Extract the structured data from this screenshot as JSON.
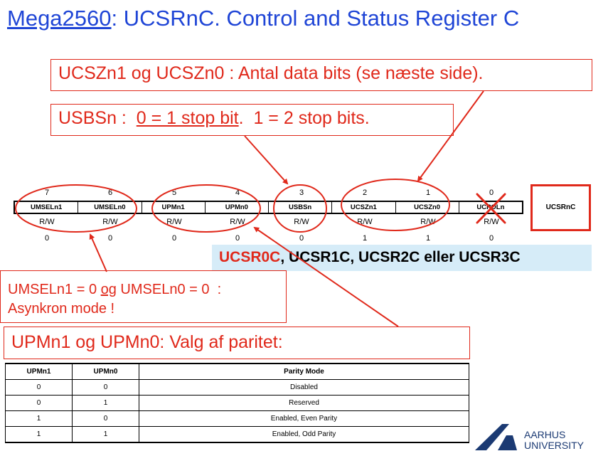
{
  "title": {
    "link_text": "Mega2560",
    "rest": ": UCSRnC. Control and Status Register C"
  },
  "callouts": {
    "ucsz": "UCSZn1 og UCSZn0 : Antal data bits (se næste side).",
    "usbs_prefix": "USBSn :  ",
    "usbs_underlined": "0 = 1 stop bit",
    "usbs_suffix": ".  1 = 2 stop bits.",
    "umsel_line1_a": "UMSELn1 = 0 ",
    "umsel_line1_og": "og",
    "umsel_line1_b": " UMSELn0 = 0  :",
    "umsel_line2": "Asynkron mode !",
    "upm": "UPMn1 og UPMn0: Valg af paritet:"
  },
  "register": {
    "name": "UCSRnC",
    "bit_numbers": [
      "7",
      "6",
      "5",
      "4",
      "3",
      "2",
      "1",
      "0"
    ],
    "bits": [
      "UMSELn1",
      "UMSELn0",
      "UPMn1",
      "UPMn0",
      "USBSn",
      "UCSZn1",
      "UCSZn0",
      "UCPOLn"
    ],
    "access": [
      "R/W",
      "R/W",
      "R/W",
      "R/W",
      "R/W",
      "R/W",
      "R/W",
      "R/W"
    ],
    "initial": [
      "0",
      "0",
      "0",
      "0",
      "0",
      "1",
      "1",
      "0"
    ],
    "variants_first": "UCSR0C",
    "variants_rest": ", UCSR1C, UCSR2C eller UCSR3C"
  },
  "parity_table": {
    "headers": [
      "UPMn1",
      "UPMn0",
      "Parity Mode"
    ],
    "rows": [
      [
        "0",
        "0",
        "Disabled"
      ],
      [
        "0",
        "1",
        "Reserved"
      ],
      [
        "1",
        "0",
        "Enabled, Even Parity"
      ],
      [
        "1",
        "1",
        "Enabled, Odd Parity"
      ]
    ]
  },
  "logo": {
    "line1": "AARHUS",
    "line2": "UNIVERSITY"
  },
  "colors": {
    "title_blue": "#1f45d6",
    "accent_red": "#e0291b",
    "highlight_blue": "#d6ecf8",
    "logo_navy": "#1b3a73"
  }
}
